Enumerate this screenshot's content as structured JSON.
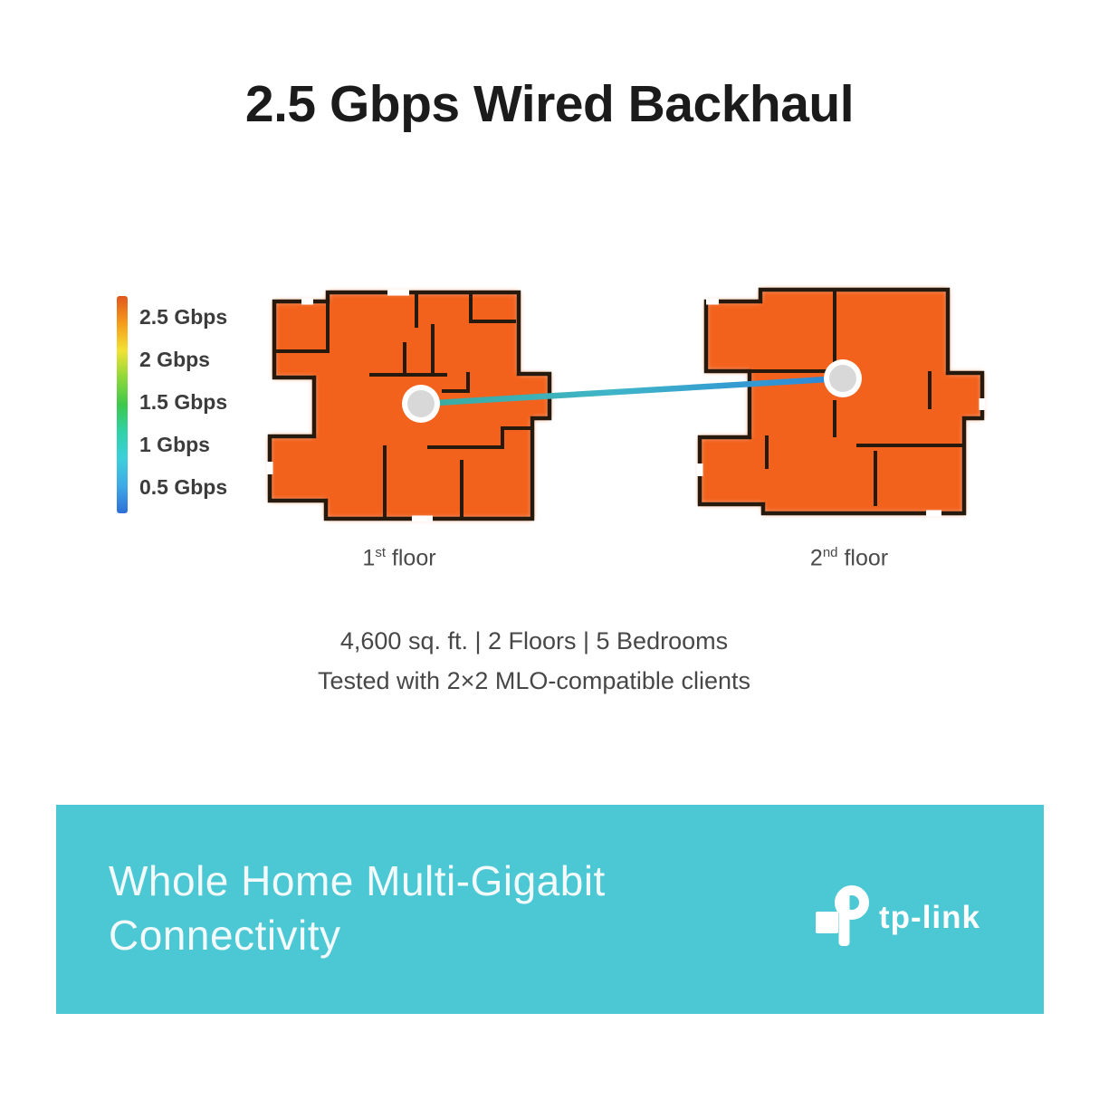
{
  "title": "2.5 Gbps Wired Backhaul",
  "legend": {
    "items": [
      {
        "label": "2.5 Gbps"
      },
      {
        "label": "2 Gbps"
      },
      {
        "label": "1.5 Gbps"
      },
      {
        "label": "1 Gbps"
      },
      {
        "label": "0.5 Gbps"
      }
    ],
    "gradient": [
      "#E0571C",
      "#F59B1B",
      "#F2E234",
      "#8ED83A",
      "#3EC84C",
      "#2FD2A8",
      "#3CCFDC",
      "#3FA9E6",
      "#2E6FD6"
    ]
  },
  "floorplan": {
    "heat_color": "#F2621D",
    "wall_color": "#261A0E",
    "node_fill": "#D8D8D8",
    "floor1_label": {
      "num": "1",
      "sup": "st",
      "word": " floor"
    },
    "floor2_label": {
      "num": "2",
      "sup": "nd",
      "word": " floor"
    }
  },
  "connection": {
    "gradient": [
      "#3BAA9E",
      "#3FB5C8",
      "#2B86D8"
    ]
  },
  "specs": {
    "line1": "4,600 sq. ft. | 2 Floors | 5 Bedrooms",
    "line2": "Tested with 2×2 MLO-compatible clients"
  },
  "banner": {
    "bg_color": "#4BC8D4",
    "heading_line1": "Whole Home Multi-Gigabit",
    "heading_line2": "Connectivity",
    "logo_text": "tp-link"
  }
}
